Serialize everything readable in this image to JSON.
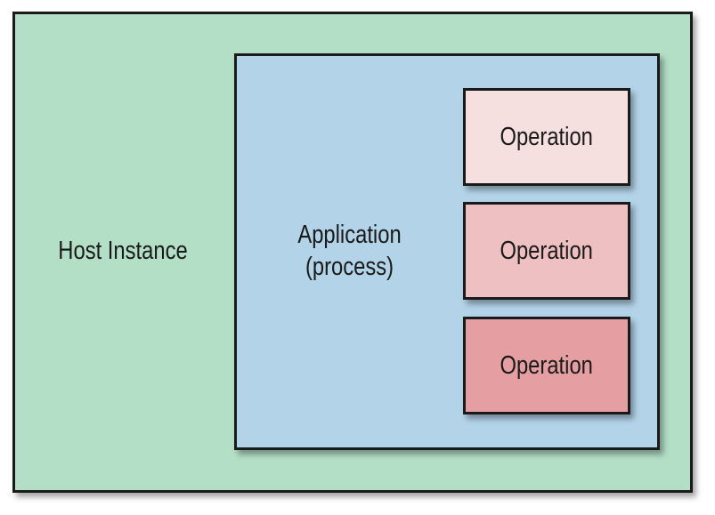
{
  "host": {
    "label": "Host Instance",
    "color": "#b3dfc6"
  },
  "application": {
    "label_line1": "Application",
    "label_line2": "(process)",
    "color": "#b3d3e9"
  },
  "operations": [
    {
      "label": "Operation",
      "color": "#f5dfdf"
    },
    {
      "label": "Operation",
      "color": "#efc0c2"
    },
    {
      "label": "Operation",
      "color": "#e59fa2"
    }
  ]
}
